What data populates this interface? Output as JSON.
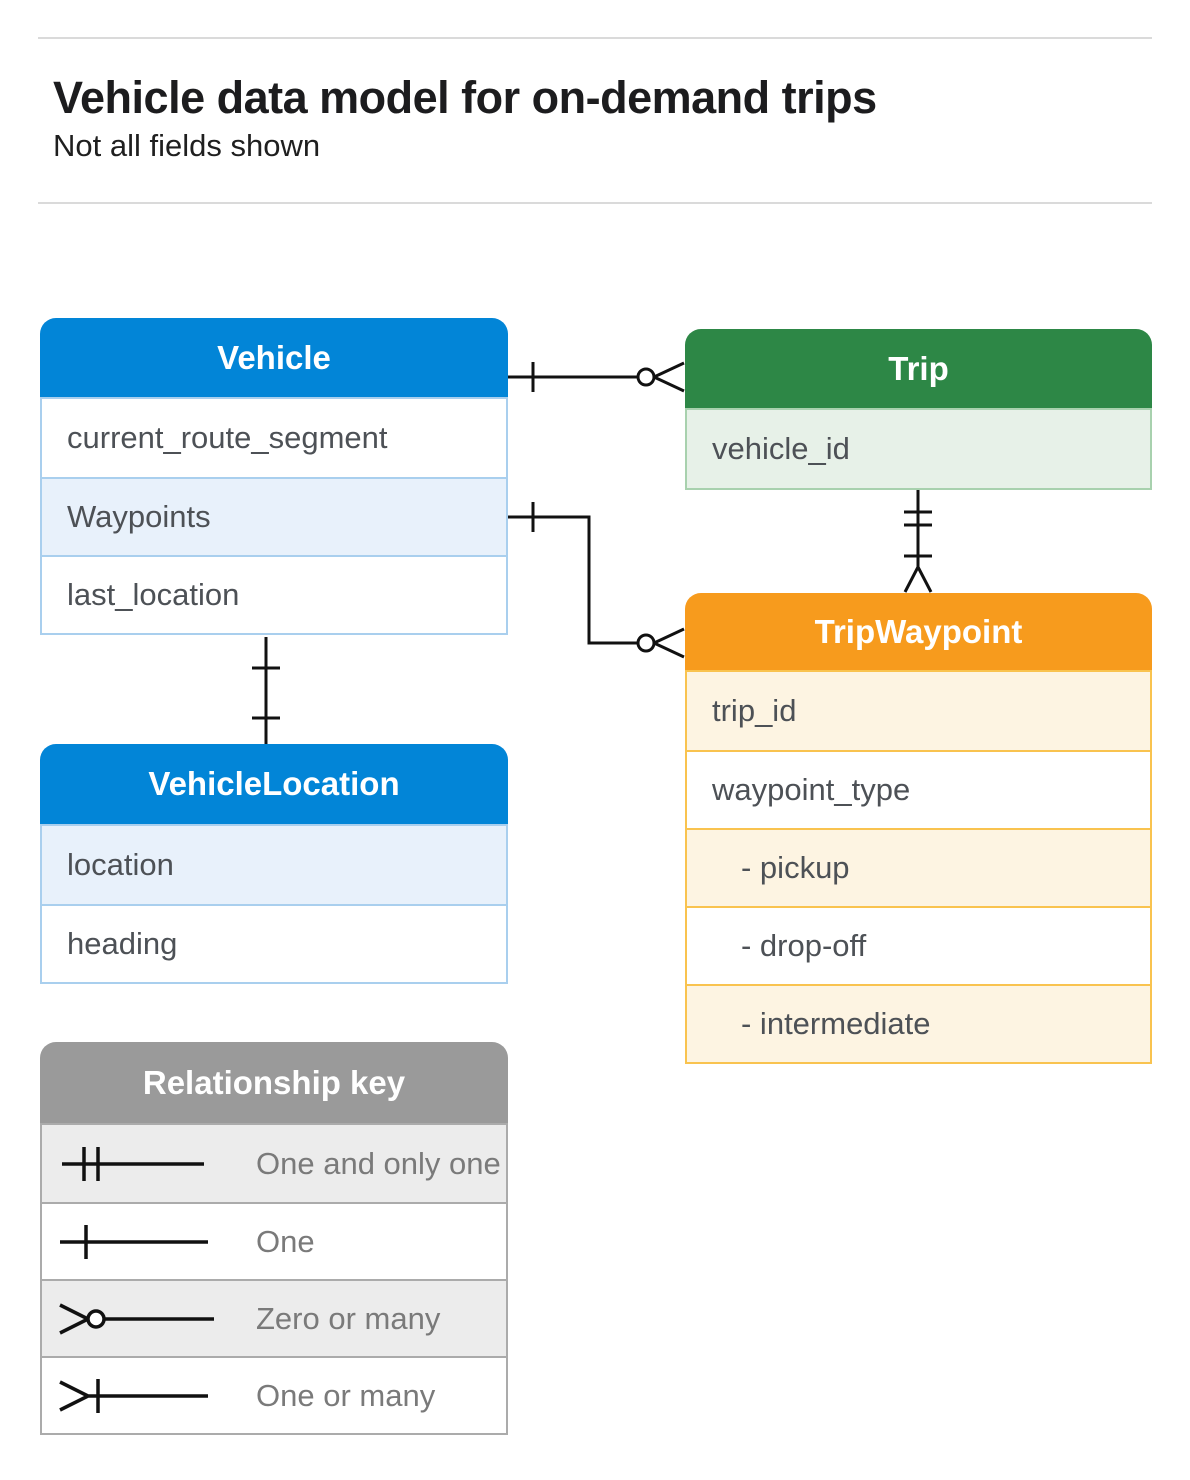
{
  "page": {
    "title": "Vehicle data model for on-demand trips",
    "subtitle": "Not all fields shown"
  },
  "colors": {
    "blue_header": "#0285d7",
    "blue_border": "#a9cfee",
    "blue_tint": "#e8f1fb",
    "green_header": "#2d8746",
    "green_border": "#a8d1ae",
    "green_tint": "#e7f1e8",
    "orange_header": "#f79b1d",
    "orange_border": "#f9c34f",
    "orange_tint": "#fdf4e2",
    "gray_header": "#9a9a9a",
    "gray_border": "#ababab",
    "gray_tint": "#ececec",
    "connector": "#111111",
    "field_text": "#4d5156",
    "legend_text": "#7a7a7a"
  },
  "entities": {
    "vehicle": {
      "title": "Vehicle",
      "fields": [
        {
          "label": "current_route_segment",
          "tinted": false
        },
        {
          "label": "Waypoints",
          "tinted": true
        },
        {
          "label": "last_location",
          "tinted": false
        }
      ]
    },
    "trip": {
      "title": "Trip",
      "fields": [
        {
          "label": "vehicle_id",
          "tinted": true
        }
      ]
    },
    "trip_waypoint": {
      "title": "TripWaypoint",
      "fields": [
        {
          "label": "trip_id",
          "tinted": true
        },
        {
          "label": "waypoint_type",
          "tinted": false
        },
        {
          "label": "- pickup",
          "tinted": true,
          "indent": true
        },
        {
          "label": "- drop-off",
          "tinted": false,
          "indent": true
        },
        {
          "label": "- intermediate",
          "tinted": true,
          "indent": true
        }
      ]
    },
    "vehicle_location": {
      "title": "VehicleLocation",
      "fields": [
        {
          "label": "location",
          "tinted": true
        },
        {
          "label": "heading",
          "tinted": false
        }
      ]
    }
  },
  "legend": {
    "title": "Relationship key",
    "items": [
      {
        "symbol": "one-and-only-one",
        "label": "One and only one"
      },
      {
        "symbol": "one",
        "label": "One"
      },
      {
        "symbol": "zero-or-many",
        "label": "Zero or many"
      },
      {
        "symbol": "one-or-many",
        "label": "One or many"
      }
    ]
  },
  "relationships": [
    {
      "from": "Vehicle",
      "from_cardinality": "one",
      "to": "Trip",
      "to_cardinality": "zero-or-many"
    },
    {
      "from": "Vehicle.Waypoints",
      "from_cardinality": "one",
      "to": "TripWaypoint",
      "to_cardinality": "zero-or-many"
    },
    {
      "from": "Trip",
      "from_cardinality": "one-and-only-one",
      "to": "TripWaypoint",
      "to_cardinality": "one-or-many"
    },
    {
      "from": "Vehicle",
      "from_cardinality": "one",
      "to": "VehicleLocation",
      "to_cardinality": "one"
    }
  ]
}
